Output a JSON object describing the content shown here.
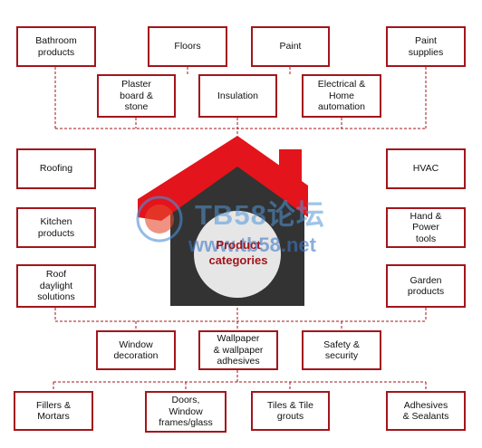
{
  "diagram": {
    "center_label": "Product\ncategories",
    "watermark": {
      "line1": "TB58论坛",
      "line2": "www.tb58.net"
    },
    "colors": {
      "accent": "#a3151b",
      "roof_red": "#e3141b",
      "house_dark": "#333333",
      "circle": "#e6e6e6",
      "connector": "#a3151b"
    },
    "categories": [
      "Bathroom\nproducts",
      "Floors",
      "Paint",
      "Paint\nsupplies",
      "Plaster\nboard &\nstone",
      "Insulation",
      "Electrical &\nHome\nautomation",
      "Roofing",
      "HVAC",
      "Kitchen\nproducts",
      "Hand &\nPower\ntools",
      "Roof\ndaylight\nsolutions",
      "Garden\nproducts",
      "Window\ndecoration",
      "Wallpaper\n& wallpaper\nadhesives",
      "Safety &\nsecurity",
      "Fillers &\nMortars",
      "Doors,\nWindow\nframes/glass",
      "Tiles & Tile\ngrouts",
      "Adhesives\n& Sealants"
    ]
  }
}
